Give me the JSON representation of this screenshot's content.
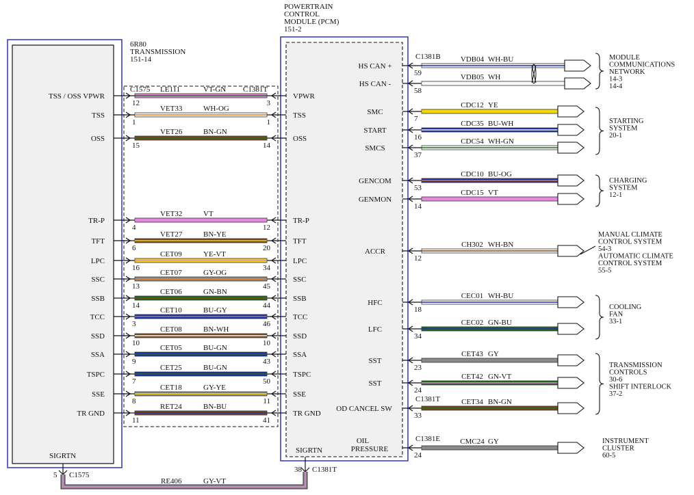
{
  "pcm_header": [
    "POWERTRAIN",
    "CONTROL",
    "MODULE (PCM)",
    "151-2"
  ],
  "trans_header": [
    "6R80",
    "TRANSMISSION",
    "151-14"
  ],
  "trans_connector": "C1575",
  "pcm_connector": "C1381T",
  "colors": {
    "VT": "#e488e0",
    "WH": "#f8f8f8",
    "BU": "#1f2fae",
    "GN": "#246b1d",
    "YE": "#f1d800",
    "GY": "#8a8a8a",
    "BN": "#7a4a1e",
    "OG": "#ee7a20",
    "box": "#2b35c6",
    "panel": "#f0f0f0"
  },
  "left_wires": [
    {
      "pin": "TSS / OSS VPWR",
      "rpin": "VPWR",
      "circuit": "LE111",
      "color": "VT-GN",
      "lnum": "12",
      "rnum": "3"
    },
    {
      "pin": "TSS",
      "rpin": "TSS",
      "circuit": "VET33",
      "color": "WH-OG",
      "lnum": "1",
      "rnum": "1"
    },
    {
      "pin": "OSS",
      "rpin": "OSS",
      "circuit": "VET26",
      "color": "BN-GN",
      "lnum": "15",
      "rnum": "14"
    },
    {
      "pin": "TR-P",
      "rpin": "TR-P",
      "circuit": "VET32",
      "color": "VT",
      "lnum": "4",
      "rnum": "12"
    },
    {
      "pin": "TFT",
      "rpin": "TFT",
      "circuit": "VET27",
      "color": "BN-YE",
      "lnum": "6",
      "rnum": "20"
    },
    {
      "pin": "LPC",
      "rpin": "LPC",
      "circuit": "CET09",
      "color": "YE-VT",
      "lnum": "16",
      "rnum": "34"
    },
    {
      "pin": "SSC",
      "rpin": "SSC",
      "circuit": "CET07",
      "color": "GY-OG",
      "lnum": "13",
      "rnum": "45"
    },
    {
      "pin": "SSB",
      "rpin": "SSB",
      "circuit": "CET06",
      "color": "GN-BN",
      "lnum": "14",
      "rnum": "44"
    },
    {
      "pin": "TCC",
      "rpin": "TCC",
      "circuit": "CET10",
      "color": "BU-GY",
      "lnum": "3",
      "rnum": "46"
    },
    {
      "pin": "SSD",
      "rpin": "SSD",
      "circuit": "CET08",
      "color": "BN-WH",
      "lnum": "10",
      "rnum": "10"
    },
    {
      "pin": "SSA",
      "rpin": "SSA",
      "circuit": "CET05",
      "color": "BU-GN",
      "lnum": "9",
      "rnum": "43"
    },
    {
      "pin": "TSPC",
      "rpin": "TSPC",
      "circuit": "CET25",
      "color": "BU-GN",
      "lnum": "7",
      "rnum": "50"
    },
    {
      "pin": "SSE",
      "rpin": "SSE",
      "circuit": "CET18",
      "color": "GY-YE",
      "lnum": "8",
      "rnum": "11"
    },
    {
      "pin": "TR GND",
      "rpin": "TR GND",
      "circuit": "RET24",
      "color": "BN-BU",
      "lnum": "11",
      "rnum": "41"
    }
  ],
  "right_wires": [
    {
      "pin": "HS CAN +",
      "circuit": "VDB04",
      "color": "WH-BU",
      "num": "59",
      "conn": "C1381B"
    },
    {
      "pin": "HS CAN -",
      "circuit": "VDB05",
      "color": "WH",
      "num": "58",
      "conn": ""
    },
    {
      "pin": "SMC",
      "circuit": "CDC12",
      "color": "YE",
      "num": "7",
      "conn": ""
    },
    {
      "pin": "START",
      "circuit": "CDC35",
      "color": "BU-WH",
      "num": "16",
      "conn": ""
    },
    {
      "pin": "SMCS",
      "circuit": "CDC54",
      "color": "WH-GN",
      "num": "37",
      "conn": ""
    },
    {
      "pin": "GENCOM",
      "circuit": "CDC10",
      "color": "BU-OG",
      "num": "53",
      "conn": ""
    },
    {
      "pin": "GENMON",
      "circuit": "CDC15",
      "color": "VT",
      "num": "14",
      "conn": ""
    },
    {
      "pin": "ACCR",
      "circuit": "CH302",
      "color": "WH-BN",
      "num": "12",
      "conn": ""
    },
    {
      "pin": "HFC",
      "circuit": "CEC01",
      "color": "WH-BU",
      "num": "18",
      "conn": ""
    },
    {
      "pin": "LFC",
      "circuit": "CEC02",
      "color": "GN-BU",
      "num": "34",
      "conn": ""
    },
    {
      "pin": "SST",
      "circuit": "CET43",
      "color": "GY",
      "num": "23",
      "conn": ""
    },
    {
      "pin": "SST",
      "circuit": "CET42",
      "color": "GN-VT",
      "num": "24",
      "conn": ""
    },
    {
      "pin": "OD CANCEL SW",
      "circuit": "CET34",
      "color": "BN-GN",
      "num": "33",
      "conn": "C1381T"
    },
    {
      "pin": "OIL PRESSURE",
      "circuit": "CMC24",
      "color": "GY",
      "num": "24",
      "conn": "C1381E"
    }
  ],
  "destinations": [
    {
      "lines": [
        "MODULE",
        "COMMUNICATIONS",
        "NETWORK",
        "14-3",
        "14-4"
      ]
    },
    {
      "lines": [
        "STARTING",
        "SYSTEM",
        "20-1"
      ]
    },
    {
      "lines": [
        "CHARGING",
        "SYSTEM",
        "12-1"
      ]
    },
    {
      "lines": [
        "MANUAL CLIMATE",
        "CONTROL SYSTEM",
        "54-3",
        "AUTOMATIC CLIMATE",
        "CONTROL SYSTEM",
        "55-5"
      ]
    },
    {
      "lines": [
        "COOLING",
        "FAN",
        "33-1"
      ]
    },
    {
      "lines": [
        "TRANSMISSION",
        "CONTROLS",
        "30-6",
        "SHIFT INTERLOCK",
        "37-2"
      ]
    },
    {
      "lines": [
        "INSTRUMENT",
        "CLUSTER",
        "60-5"
      ]
    }
  ],
  "sigrtn": {
    "left_label": "SIGRTN",
    "right_label": "SIGRTN",
    "left_num": "5",
    "left_conn": "C1575",
    "right_num": "38",
    "right_conn": "C1381T",
    "circuit": "RE406",
    "color": "GY-VT"
  }
}
